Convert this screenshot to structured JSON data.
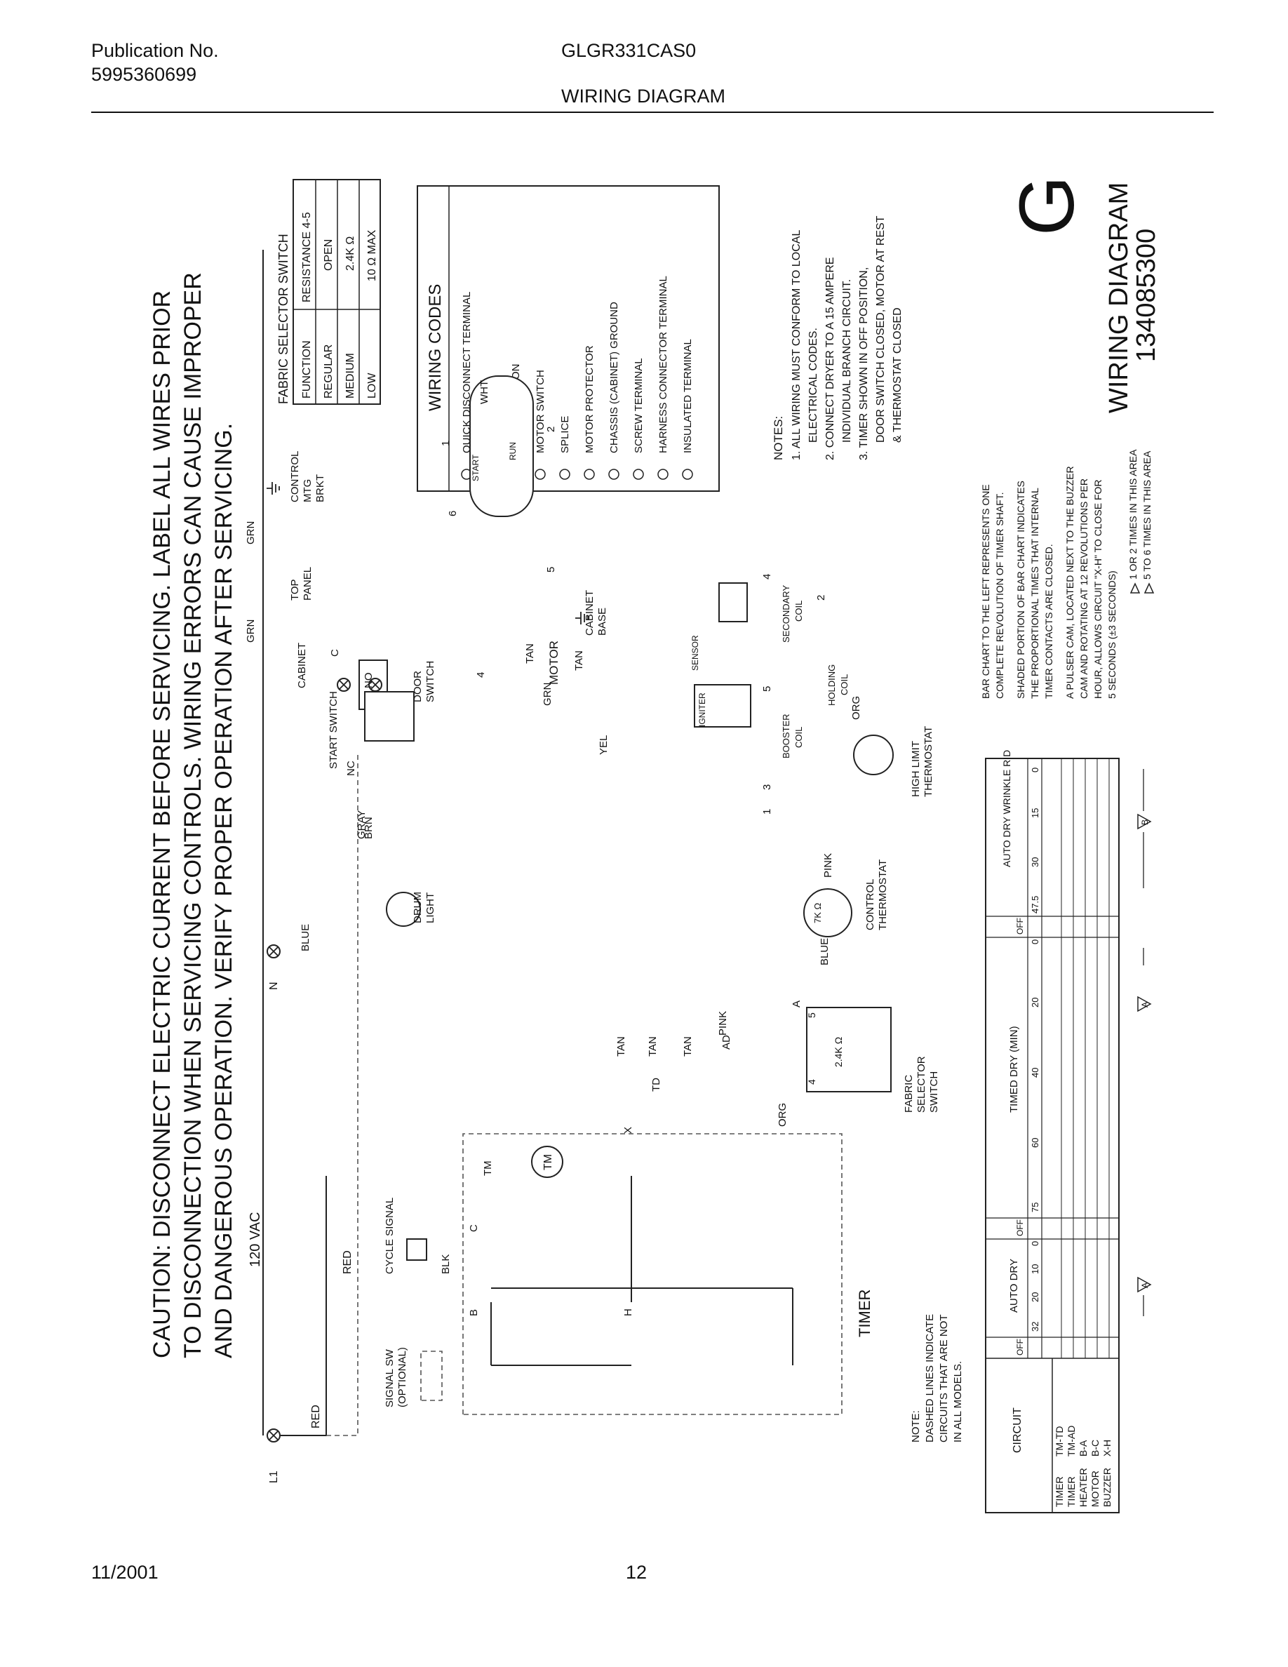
{
  "header": {
    "publication_label": "Publication No.",
    "publication_number": "5995360699",
    "model": "GLGR331CAS0",
    "title": "WIRING DIAGRAM"
  },
  "footer": {
    "date": "11/2001",
    "page": "12"
  },
  "caution": {
    "line1": "CAUTION: DISCONNECT ELECTRIC CURRENT BEFORE SERVICING. LABEL ALL WIRES PRIOR",
    "line2": "TO DISCONNECTION WHEN SERVICING CONTROLS. WIRING ERRORS CAN CAUSE IMPROPER",
    "line3": "AND DANGEROUS OPERATION. VERIFY PROPER OPERATION AFTER SERVICING."
  },
  "fabric_table": {
    "title": "FABRIC SELECTOR SWITCH",
    "headers": [
      "FUNCTION",
      "RESISTANCE 4-5"
    ],
    "rows": [
      [
        "REGULAR",
        "OPEN"
      ],
      [
        "MEDIUM",
        "2.4K Ω"
      ],
      [
        "LOW",
        "10 Ω  MAX"
      ]
    ]
  },
  "wiring_codes": {
    "title": "WIRING CODES",
    "items": [
      "QUICK DISCONNECT TERMINAL",
      "CONNECTION",
      "NO CONNECTION",
      "MOTOR SWITCH",
      "SPLICE",
      "MOTOR PROTECTOR",
      "CHASSIS (CABINET) GROUND",
      "SCREW TERMINAL",
      "HARNESS CONNECTOR TERMINAL",
      "INSULATED TERMINAL"
    ]
  },
  "notes": {
    "title": "NOTES:",
    "lines": [
      "1. ALL WIRING MUST CONFORM TO LOCAL",
      "ELECTRICAL CODES.",
      "2. CONNECT DRYER TO A 15 AMPERE",
      "INDIVIDUAL BRANCH CIRCUIT.",
      "3. TIMER SHOWN IN OFF POSITION,",
      "DOOR SWITCH CLOSED, MOTOR AT REST",
      "& THERMOSTAT CLOSED"
    ]
  },
  "badge": {
    "letter": "G",
    "title": "WIRING DIAGRAM",
    "number": "134085300"
  },
  "bar_notes": [
    "BAR CHART TO THE LEFT REPRESENTS ONE",
    "COMPLETE REVOLUTION OF TIMER SHAFT.",
    "SHADED PORTION OF BAR CHART INDICATES",
    "THE PROPORTIONAL TIMES THAT INTERNAL",
    "TIMER CONTACTS ARE CLOSED.",
    "A PULSER CAM, LOCATED NEXT TO THE BUZZER",
    "CAM AND ROTATING AT 12 REVOLUTIONS PER",
    "HOUR, ALLOWS CIRCUIT \"X-H\" TO CLOSE FOR",
    "5 SECONDS (±3 SECONDS)",
    "1 OR 2 TIMES IN THIS AREA",
    "5 TO 6 TIMES IN THIS AREA"
  ],
  "bar_chart": {
    "circuit_header": "CIRCUIT",
    "circuits": [
      [
        "TIMER",
        "TM-TD"
      ],
      [
        "TIMER",
        "TM-AD"
      ],
      [
        "HEATER",
        "B-A"
      ],
      [
        "MOTOR",
        "B-C"
      ],
      [
        "BUZZER",
        "X-H"
      ]
    ],
    "sections": [
      "AUTO DRY",
      "TIMED DRY (MIN)",
      "AUTO DRY WRINKLE RID"
    ],
    "off": "OFF",
    "ticks_auto": [
      "32",
      "20",
      "10",
      "0"
    ],
    "ticks_timed": [
      "75",
      "60",
      "40",
      "20",
      "0"
    ],
    "ticks_wr": [
      "47.5",
      "30",
      "15",
      "0"
    ],
    "marker_a": "A",
    "marker_b": "B"
  },
  "schematic": {
    "voltage": "120 VAC",
    "line": "L1",
    "neutral": "N",
    "wires": [
      "RED",
      "RED",
      "BLK",
      "BLUE",
      "BRN",
      "WHT",
      "GRAY",
      "TAN",
      "YEL",
      "GRN",
      "TAN",
      "TAN",
      "TAN",
      "PINK",
      "PINK",
      "ORG",
      "ORG",
      "BLUE",
      "GRN",
      "GRN",
      "TAN"
    ],
    "components": {
      "cycle_signal": "CYCLE SIGNAL",
      "signal_sw": [
        "SIGNAL SW",
        "(OPTIONAL)"
      ],
      "drum_light": [
        "DRUM",
        "LIGHT"
      ],
      "door_switch": [
        "DOOR",
        "SWITCH"
      ],
      "door_terms": [
        "C",
        "NO",
        "NC"
      ],
      "start_switch": "START SWITCH",
      "motor": "MOTOR",
      "motor_windings": [
        "START",
        "RUN"
      ],
      "motor_terms": [
        "1",
        "2",
        "4",
        "5",
        "6"
      ],
      "cabinet_base": [
        "CABINET",
        "BASE"
      ],
      "cabinet": "CABINET",
      "top_panel": [
        "TOP",
        "PANEL"
      ],
      "control_mtg": [
        "CONTROL",
        "MTG",
        "BRKT"
      ],
      "timer": "TIMER",
      "tm": "TM",
      "timer_terms": [
        "B",
        "H",
        "C",
        "TM",
        "X",
        "TD",
        "AD",
        "A"
      ],
      "fabric_switch": [
        "FABRIC",
        "SELECTOR",
        "SWITCH"
      ],
      "fabric_r": "2.4K Ω",
      "fabric_terms": [
        "4",
        "5"
      ],
      "control_thermostat": [
        "CONTROL",
        "THERMOSTAT"
      ],
      "ct_r": "7K Ω",
      "high_limit": [
        "HIGH LIMIT",
        "THERMOSTAT"
      ],
      "igniter": "IGNITER",
      "sensor": "SENSOR",
      "booster": [
        "BOOSTER",
        "COIL"
      ],
      "holding": [
        "HOLDING",
        "COIL"
      ],
      "secondary": [
        "SECONDARY",
        "COIL"
      ],
      "coil_terms": [
        "1",
        "2",
        "3",
        "4",
        "5"
      ]
    },
    "dashed_note": [
      "NOTE:",
      "DASHED LINES INDICATE",
      "CIRCUITS THAT ARE NOT",
      "IN ALL MODELS."
    ]
  }
}
